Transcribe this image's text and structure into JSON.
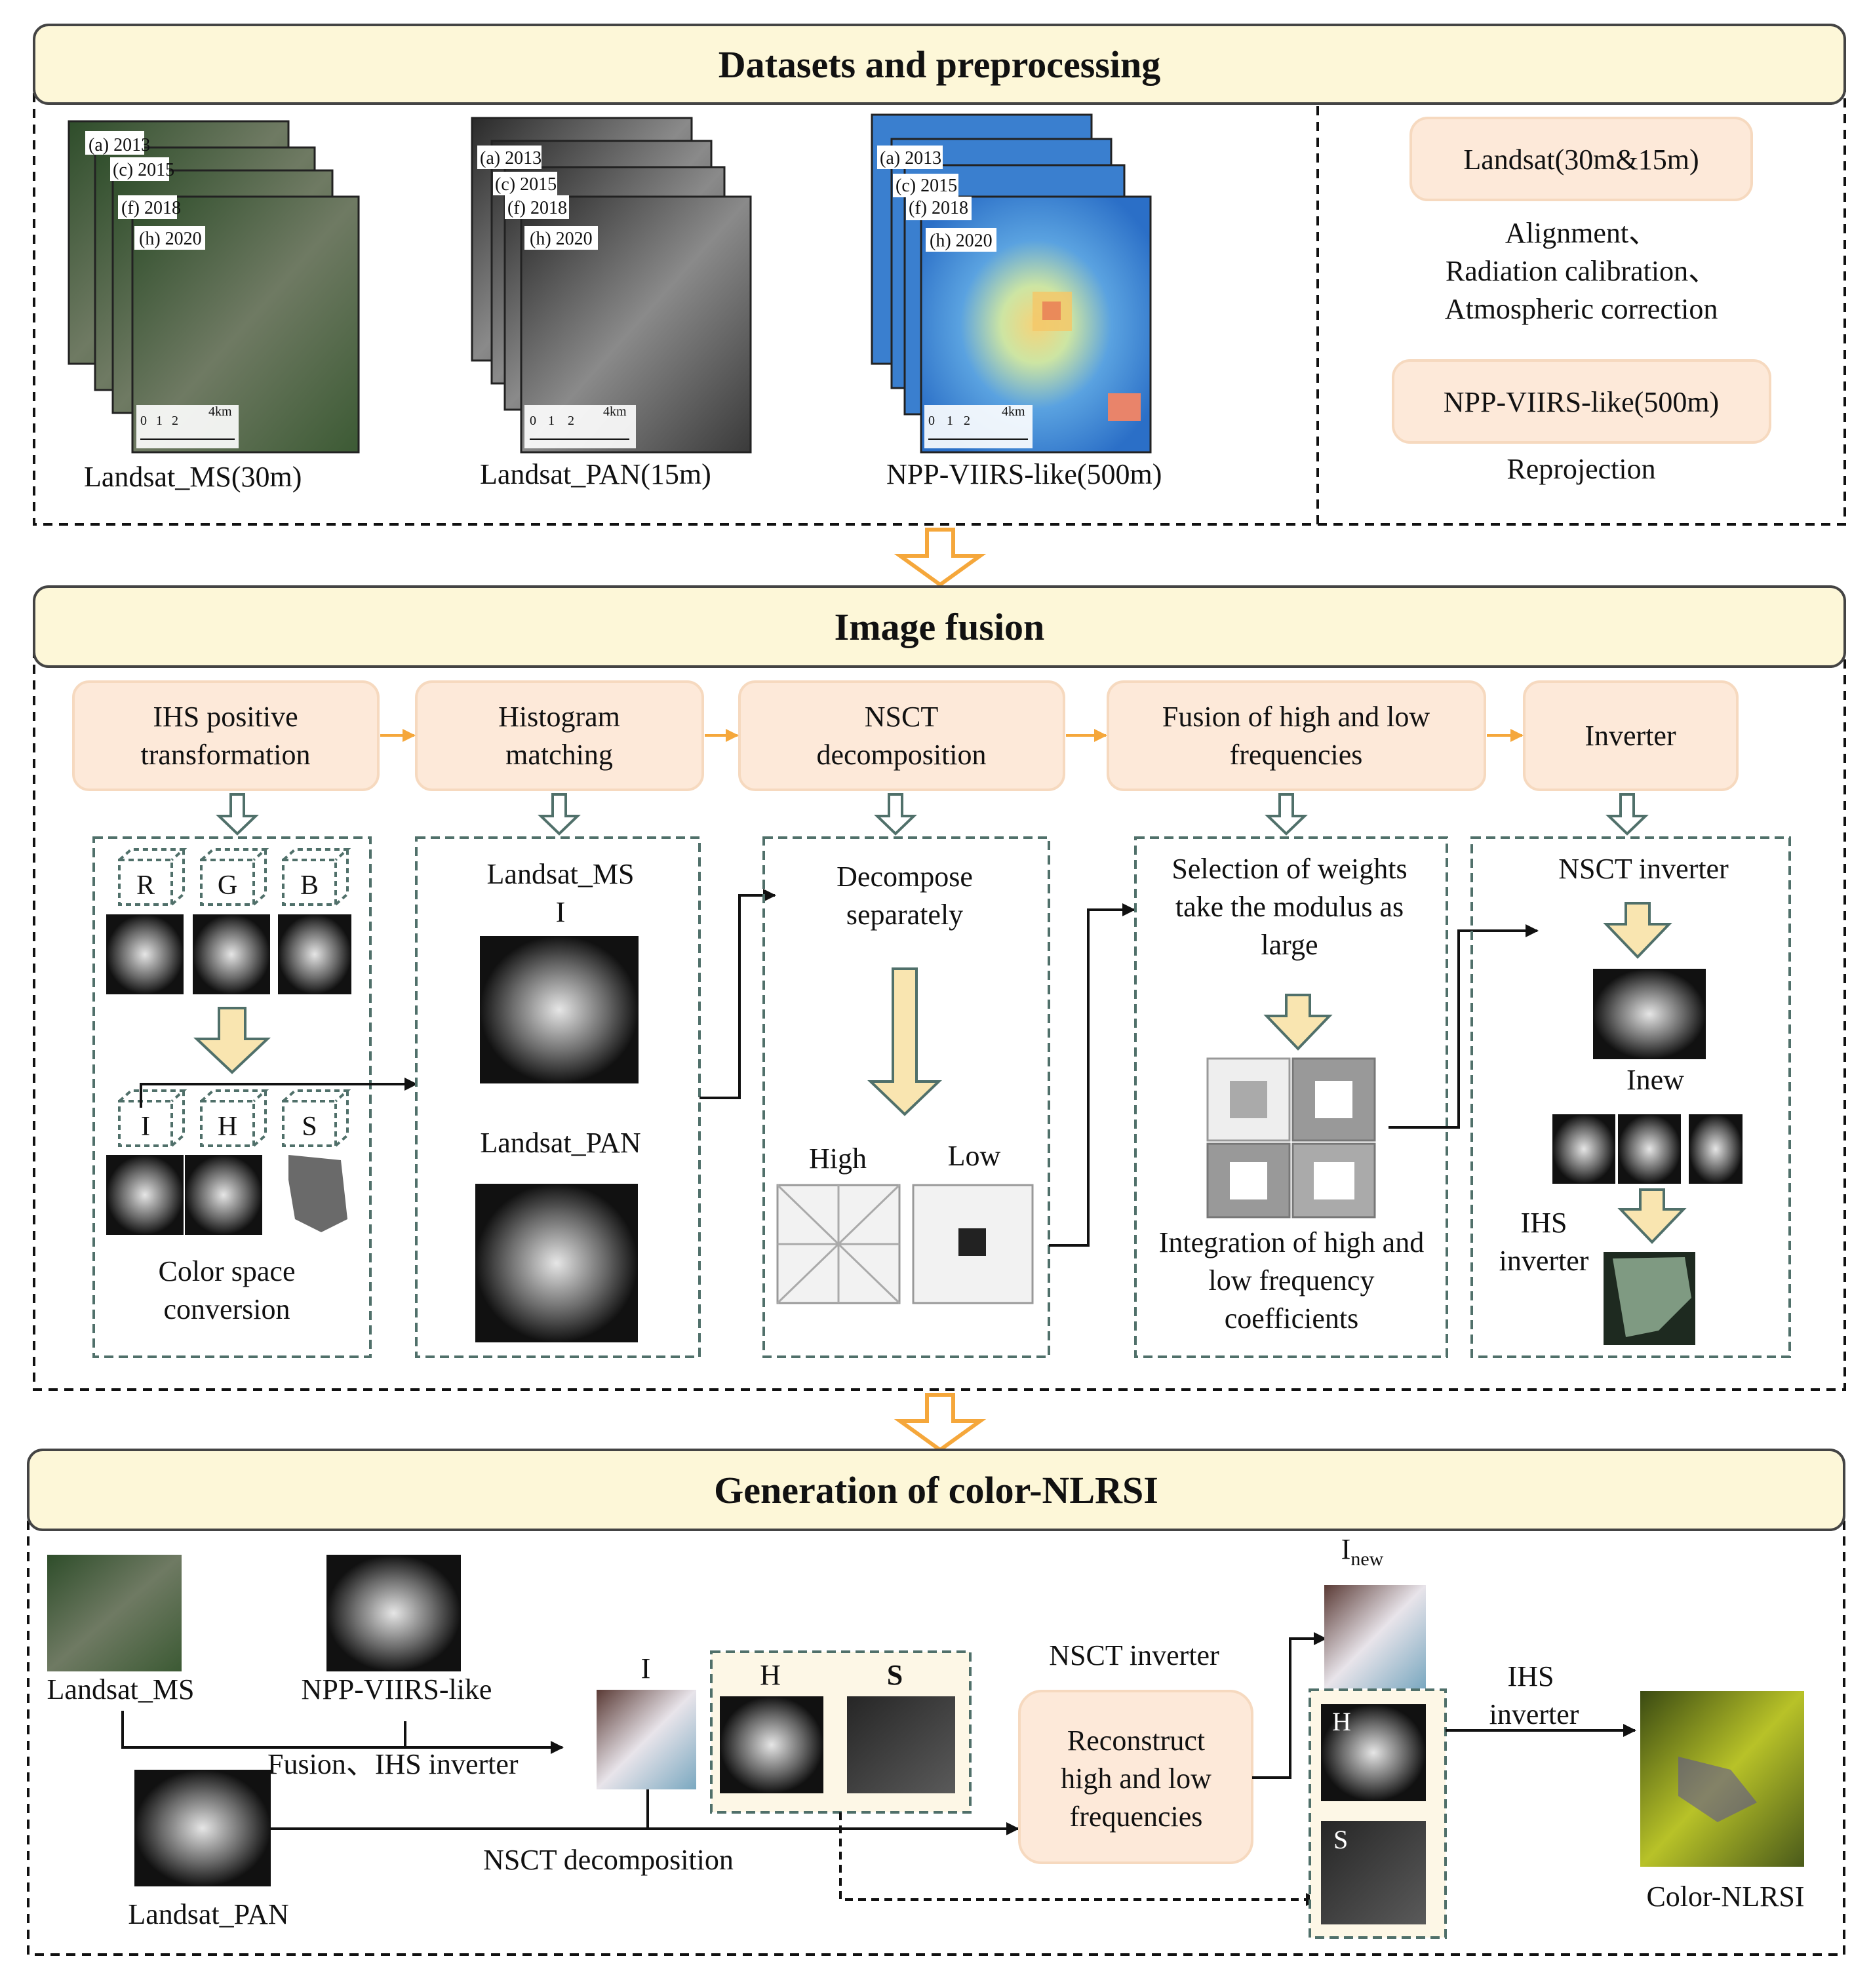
{
  "sections": {
    "datasets": {
      "title": "Datasets and preprocessing",
      "stacks": [
        {
          "caption": "Landsat_MS(30m)",
          "years": [
            "(a) 2013",
            "(c) 2015",
            "(f) 2018",
            "(h) 2020"
          ],
          "scale": [
            "0",
            "1",
            "2",
            "4km"
          ]
        },
        {
          "caption": "Landsat_PAN(15m)",
          "years": [
            "(a) 2013",
            "(c) 2015",
            "(f) 2018",
            "(h) 2020"
          ],
          "scale": [
            "0",
            "1",
            "2",
            "4km"
          ]
        },
        {
          "caption": "NPP-VIIRS-like(500m)",
          "years": [
            "(a) 2013",
            "(c) 2015",
            "(f) 2018",
            "(h) 2020"
          ],
          "scale": [
            "0",
            "1",
            "2",
            "4km"
          ]
        }
      ],
      "landsat_box": "Landsat(30m&15m)",
      "landsat_steps": [
        "Alignment、",
        "Radiation calibration、",
        "Atmospheric correction"
      ],
      "npp_box": "NPP-VIIRS-like(500m)",
      "npp_step": "Reprojection"
    },
    "fusion": {
      "title": "Image fusion",
      "steps": [
        [
          "IHS positive",
          "transformation"
        ],
        [
          "Histogram",
          "matching"
        ],
        [
          "NSCT",
          "decomposition"
        ],
        [
          "Fusion of high and low",
          "frequencies"
        ],
        [
          "Inverter"
        ]
      ],
      "ihs": {
        "rgb": [
          "R",
          "G",
          "B"
        ],
        "ihs": [
          "I",
          "H",
          "S"
        ],
        "caption": [
          "Color space",
          "conversion"
        ]
      },
      "hist": {
        "ms_label": [
          "Landsat_MS",
          "I"
        ],
        "pan_label": "Landsat_PAN"
      },
      "nsct": {
        "text": [
          "Decompose",
          "separately"
        ],
        "high": "High",
        "low": "Low"
      },
      "weights": {
        "text": [
          "Selection of weights",
          "take the modulus as",
          "large"
        ],
        "caption": [
          "Integration of high and",
          "low frequency",
          "coefficients"
        ]
      },
      "inverter": {
        "title": "NSCT inverter",
        "inew": "Inew",
        "ihs_label": [
          "IHS",
          "inverter"
        ]
      }
    },
    "generation": {
      "title": "Generation of color-NLRSI",
      "landsat_ms": "Landsat_MS",
      "npp": "NPP-VIIRS-like",
      "fusion_label": "Fusion、IHS inverter",
      "landsat_pan": "Landsat_PAN",
      "i_label": "I",
      "h_label": "H",
      "s_label": "S",
      "nsct_decomp": "NSCT decomposition",
      "nsct_inverter": "NSCT inverter",
      "reconstruct": [
        "Reconstruct",
        "high and low",
        "frequencies"
      ],
      "inew_base": "I",
      "inew_sub": "new",
      "ihs_inverter": [
        "IHS",
        "inverter"
      ],
      "output": "Color-NLRSI"
    }
  },
  "colors": {
    "header_fill": "#fdf7d8",
    "box_fill": "#fde9d9",
    "arrow_orange": "#f5a73b",
    "arrow_fill": "#f9e5b0",
    "dashed_teal": "#50706a",
    "viirs_blue": "#3a7fcf"
  }
}
